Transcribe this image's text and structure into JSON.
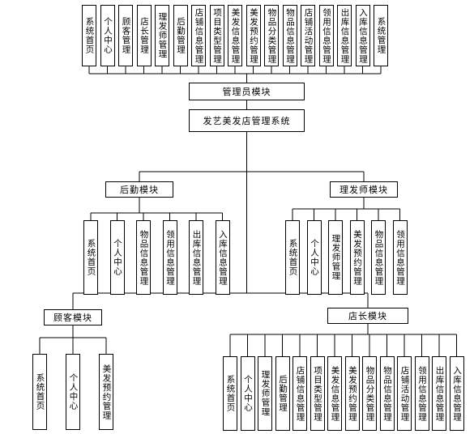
{
  "root": {
    "label": "发艺美发店管理系统"
  },
  "admin": {
    "label": "管理员模块",
    "items": [
      "系统首页",
      "个人中心",
      "顾客管理",
      "店长管理",
      "理发师管理",
      "后勤管理",
      "店铺信息管理",
      "项目类型管理",
      "美发信息管理",
      "美发预约管理",
      "物品分类管理",
      "物品信息管理",
      "店铺活动管理",
      "领用信息管理",
      "出库信息管理",
      "入库信息管理",
      "系统管理"
    ]
  },
  "logistics": {
    "label": "后勤模块",
    "items": [
      "系统首页",
      "个人中心",
      "物品信息管理",
      "领用信息管理",
      "出库信息管理",
      "入库信息管理"
    ]
  },
  "barber": {
    "label": "理发师模块",
    "items": [
      "系统首页",
      "个人中心",
      "理发师管理",
      "美发预约管理",
      "物品信息管理",
      "领用信息管理"
    ]
  },
  "customer": {
    "label": "顾客模块",
    "items": [
      "系统首页",
      "个人中心",
      "美发预约管理"
    ]
  },
  "manager": {
    "label": "店长模块",
    "items": [
      "系统首页",
      "个人中心",
      "理发师管理",
      "后勤管理",
      "店铺信息管理",
      "项目类型管理",
      "美发信息管理",
      "美发预约管理",
      "物品分类管理",
      "物品信息管理",
      "店铺活动管理",
      "领用信息管理",
      "出库信息管理",
      "入库信息管理"
    ]
  }
}
